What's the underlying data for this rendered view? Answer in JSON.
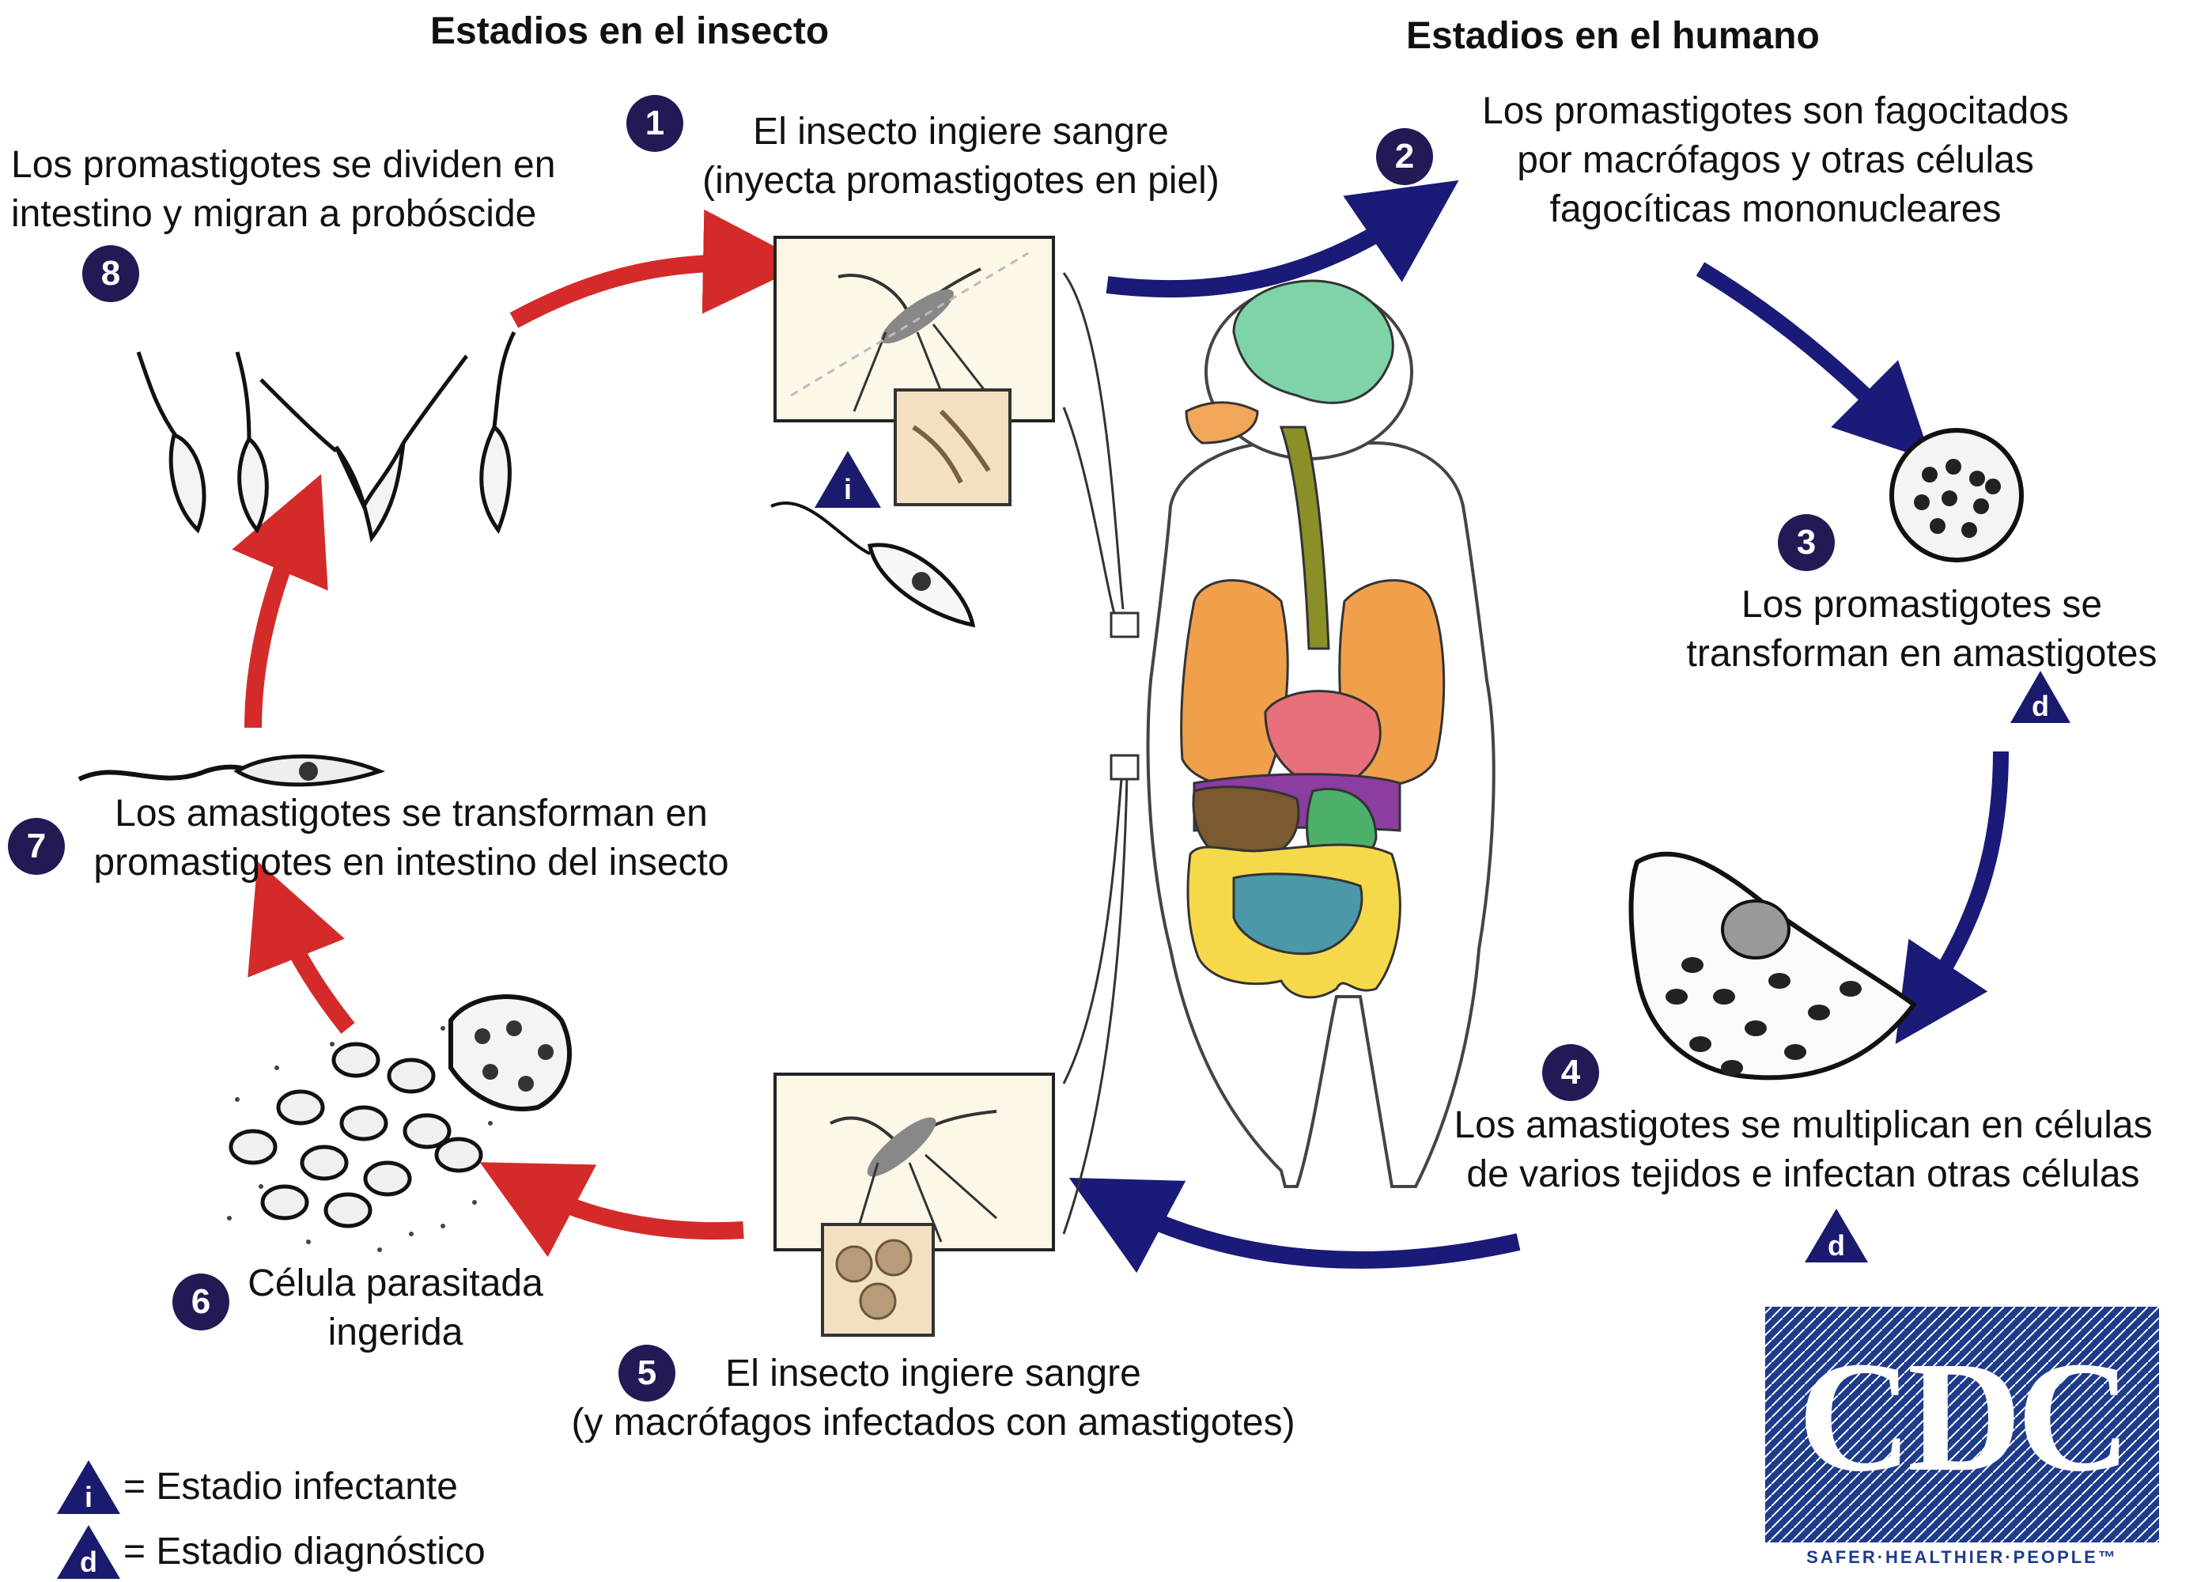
{
  "headings": {
    "insect": "Estadios en el insecto",
    "human": "Estadios en el humano"
  },
  "steps": [
    {
      "num": "1",
      "lines": [
        "El insecto ingiere sangre",
        "(inyecta promastigotes en piel)"
      ]
    },
    {
      "num": "2",
      "lines": [
        "Los promastigotes son fagocitados",
        "por macrófagos y otras células",
        "fagocíticas mononucleares"
      ]
    },
    {
      "num": "3",
      "lines": [
        "Los promastigotes se",
        "transforman en amastigotes"
      ]
    },
    {
      "num": "4",
      "lines": [
        "Los amastigotes se multiplican en células",
        "de varios tejidos e infectan otras células"
      ]
    },
    {
      "num": "5",
      "lines": [
        "El insecto ingiere sangre",
        "(y macrófagos infectados con amastigotes)"
      ]
    },
    {
      "num": "6",
      "lines": [
        "Célula parasitada",
        "ingerida"
      ]
    },
    {
      "num": "7",
      "lines": [
        "Los amastigotes se transforman en",
        "promastigotes en intestino del insecto"
      ]
    },
    {
      "num": "8",
      "lines": [
        "Los promastigotes se dividen en",
        "intestino y migran a probóscide"
      ]
    }
  ],
  "legend": {
    "infective_symbol": "i",
    "infective_label": "= Estadio infectante",
    "diagnostic_symbol": "d",
    "diagnostic_label": "= Estadio diagnóstico"
  },
  "logo": {
    "text": "CDC",
    "tagline": "SAFER·HEALTHIER·PEOPLE™"
  },
  "colors": {
    "human_arrows": "#1a1a78",
    "insect_arrows": "#d42a2a",
    "badge": "#221a55",
    "logo_blue": "#1e3b8c"
  }
}
